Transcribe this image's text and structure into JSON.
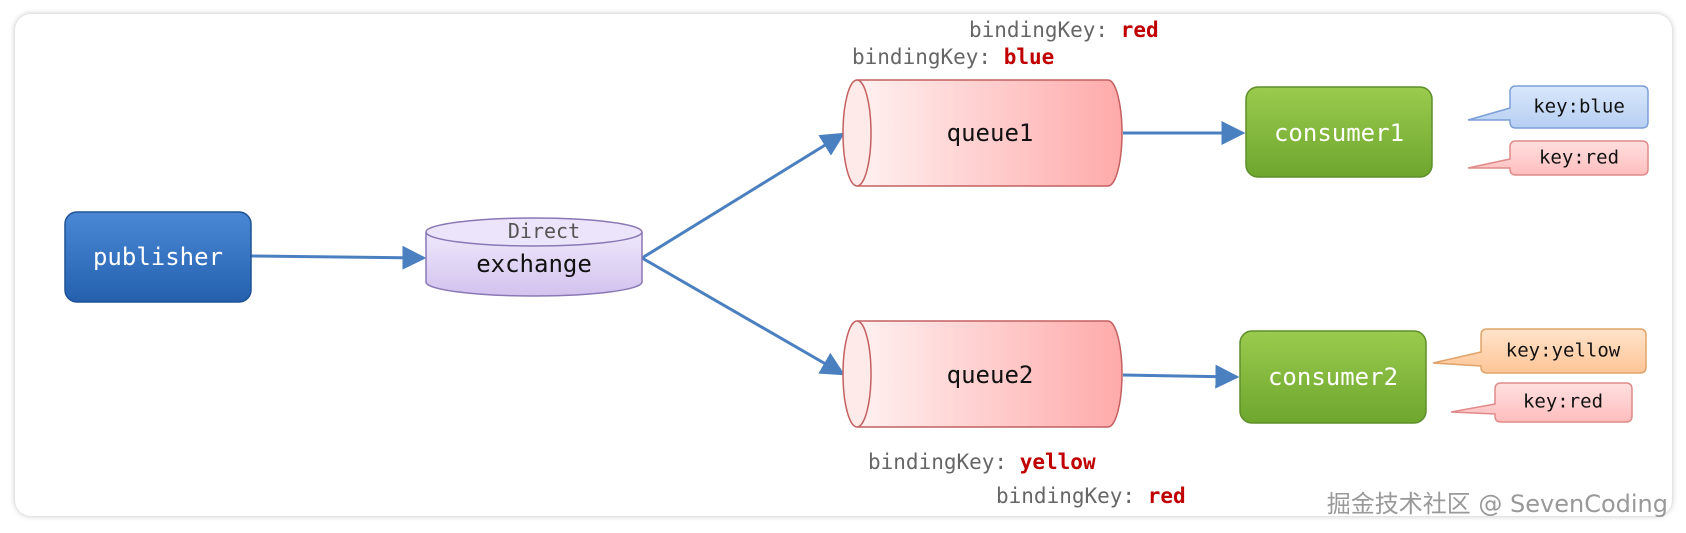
{
  "nodes": {
    "publisher": "publisher",
    "exchange_type": "Direct",
    "exchange": "exchange",
    "queue1": "queue1",
    "queue2": "queue2",
    "consumer1": "consumer1",
    "consumer2": "consumer2"
  },
  "binding_keys": {
    "prefix": "bindingKey:",
    "queue1": [
      "red",
      "blue"
    ],
    "queue2": [
      "yellow",
      "red"
    ]
  },
  "messages": {
    "consumer1": [
      "key:blue",
      "key:red"
    ],
    "consumer2": [
      "key:yellow",
      "key:red"
    ]
  },
  "colors": {
    "publisher": "#2e6dbf",
    "exchange": "#dcd0f0",
    "queue": "#ffb3b3",
    "consumer": "#7fb83a",
    "arrow": "#4a7fc0",
    "binding_value": "#c00000",
    "bubble_blue": "#c9dcf7",
    "bubble_red": "#ffc9c9",
    "bubble_orange": "#ffd2ac"
  },
  "watermark": "掘金技术社区 @ SevenCoding"
}
